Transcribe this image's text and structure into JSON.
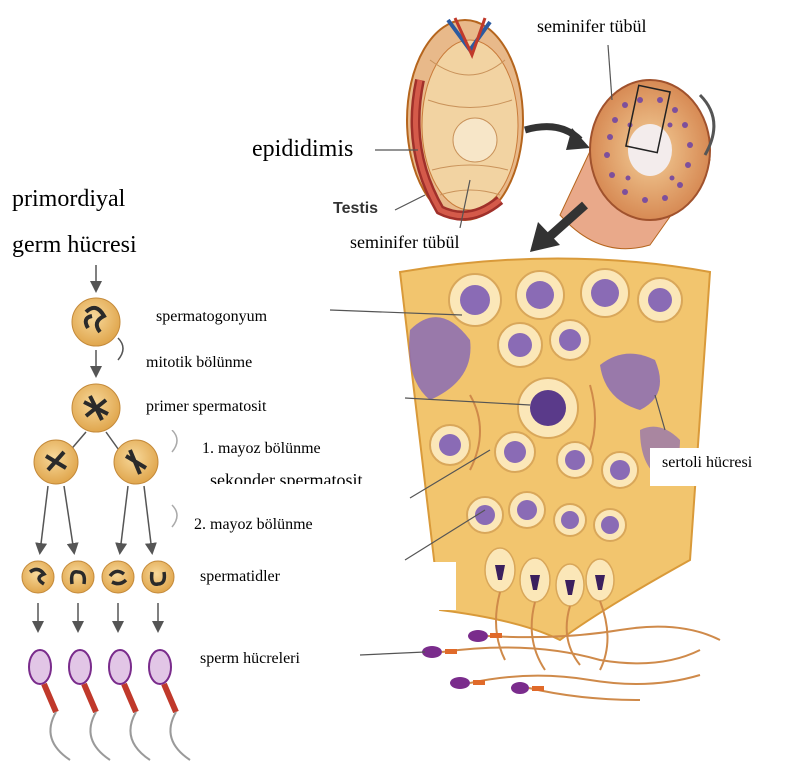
{
  "labels": {
    "seminifer_top": "seminifer tübül",
    "epididimis": "epididimis",
    "testis": "Testis",
    "seminifer_bottom": "seminifer tübül",
    "primordiyal": "primordiyal",
    "germ": "germ hücresi",
    "spermatogonyum": "spermatogonyum",
    "mitotik": "mitotik bölünme",
    "primer": "primer spermatosit",
    "mayoz1": "1. mayoz bölünme",
    "sekonder": "sekonder spermatosit",
    "mayoz2": "2. mayoz bölünme",
    "spermatidler": "spermatidler",
    "sertoli": "sertoli hücresi",
    "sperm": "sperm hücreleri"
  },
  "colors": {
    "tissue": "#f2c56e",
    "tissue_edge": "#d99a3a",
    "nucleus": "#8a6bb5",
    "nucleus_dark": "#3b1f5e",
    "cell_ring": "#fbe7b8",
    "testis_red": "#c0392b",
    "tail": "#cf8a4a"
  }
}
